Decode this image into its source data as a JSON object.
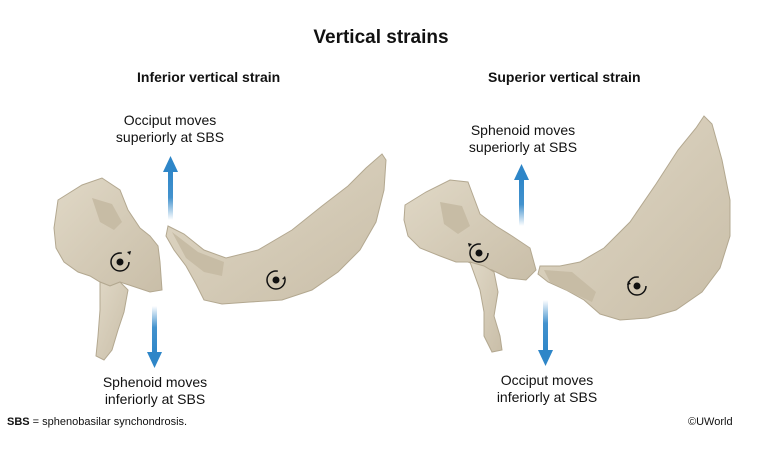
{
  "title": "Vertical strains",
  "left_panel": {
    "heading": "Inferior vertical strain",
    "top_label": [
      "Occiput moves",
      "superiorly at SBS"
    ],
    "bottom_label": [
      "Sphenoid moves",
      "inferiorly at SBS"
    ]
  },
  "right_panel": {
    "heading": "Superior vertical strain",
    "top_label": [
      "Sphenoid moves",
      "superiorly at SBS"
    ],
    "bottom_label": [
      "Occiput moves",
      "inferiorly at SBS"
    ]
  },
  "footnote": {
    "abbr": "SBS",
    "text": " = sphenobasilar synchondrosis."
  },
  "copyright": "©UWorld",
  "colors": {
    "bone": "#d9d0bd",
    "bone_shadow": "#b9ae97",
    "arrow": "#2e86c8"
  }
}
